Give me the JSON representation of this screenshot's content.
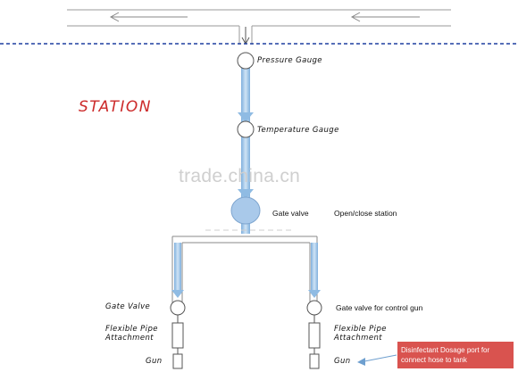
{
  "labels": {
    "station": "STATION",
    "pressure_gauge": "Pressure Gauge",
    "temperature_gauge": "Temperature Gauge",
    "gate_valve_main": "Gate valve",
    "open_close_station": "Open/close station",
    "gate_valve_left": "Gate Valve",
    "gate_valve_right": "Gate valve for control gun",
    "flexible_pipe_left_1": "Flexible Pipe",
    "flexible_pipe_left_2": "Attachment",
    "flexible_pipe_right_1": "Flexible Pipe",
    "flexible_pipe_right_2": "Attachment",
    "gun_left": "Gun",
    "gun_right": "Gun",
    "watermark": "trade.china.cn",
    "callout_line1": "Disinfectant Dosage port  for",
    "callout_line2": "connect hose to  tank"
  },
  "colors": {
    "flow": "#9cc3e6",
    "flow_dark": "#6e9fcf",
    "valve_fill": "#a9c9ea",
    "station_text": "#cc2a2a",
    "boundary": "#1f3fa0",
    "callout_bg": "#d9534f"
  }
}
